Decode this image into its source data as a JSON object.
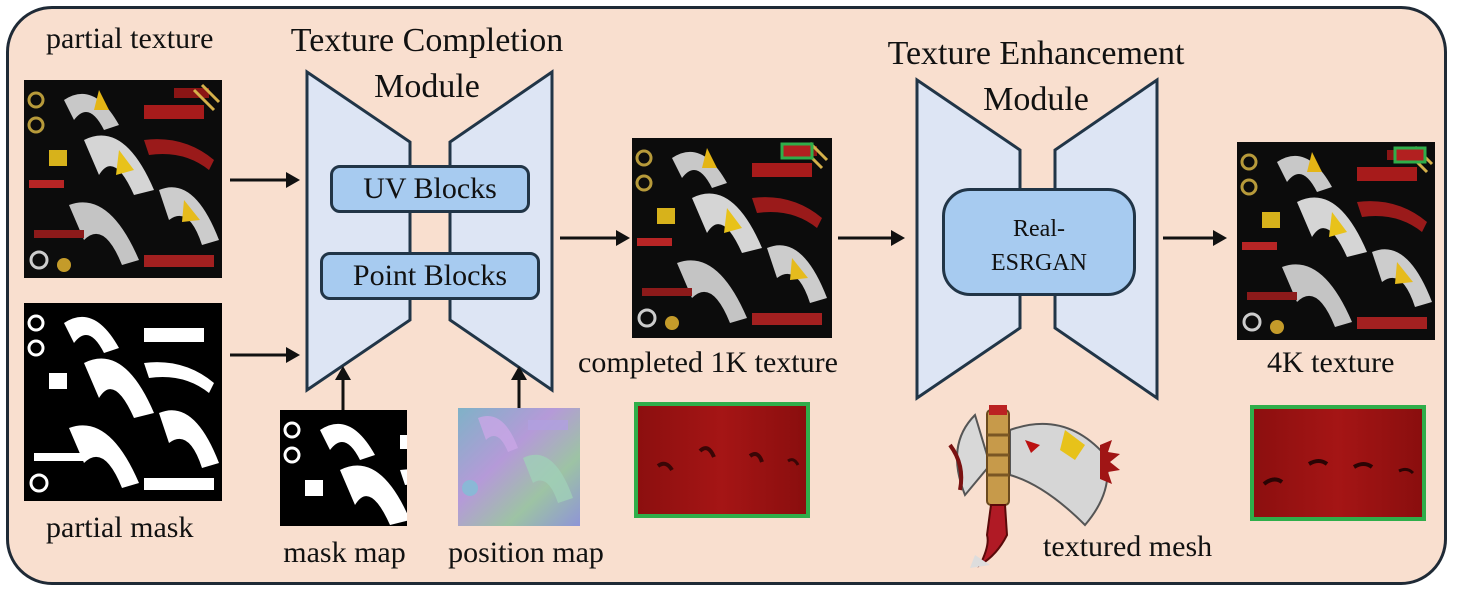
{
  "labels": {
    "partial_texture": "partial texture",
    "partial_mask": "partial mask",
    "mask_map": "mask map",
    "position_map": "position map",
    "completed_texture": "completed 1K texture",
    "textured_mesh": "textured mesh",
    "output_texture": "4K texture"
  },
  "modules": {
    "completion": {
      "title_line1": "Texture Completion",
      "title_line2": "Module",
      "block1": "UV Blocks",
      "block2": "Point Blocks"
    },
    "enhancement": {
      "title_line1": "Texture Enhancement",
      "title_line2": "Module",
      "block_line1": "Real-",
      "block_line2": "ESRGAN"
    }
  },
  "colors": {
    "background": "#f9dfcf",
    "module_fill": "#dde5f4",
    "block_fill": "#a7cbf0",
    "outline": "#213547",
    "highlight": "#2fae4a"
  }
}
